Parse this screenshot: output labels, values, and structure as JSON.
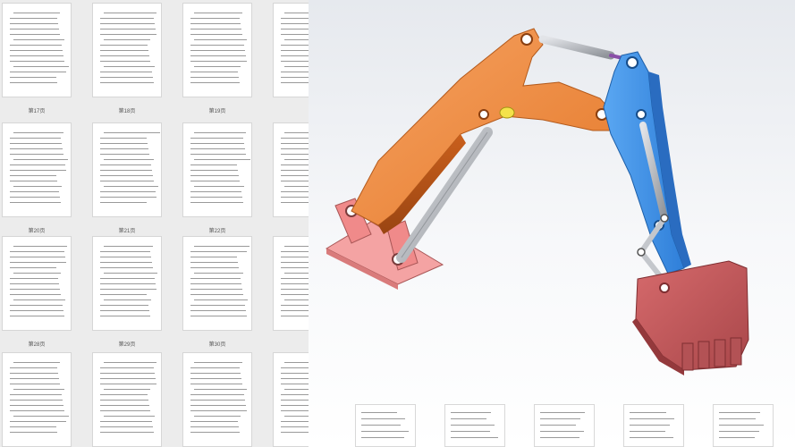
{
  "thumbnails": [
    {
      "label": "第17页",
      "has_caption": true
    },
    {
      "label": "第18页",
      "has_caption": true
    },
    {
      "label": "第19页",
      "has_caption": true
    },
    {
      "label": "",
      "has_caption": false
    },
    {
      "label": "第20页",
      "has_caption": true
    },
    {
      "label": "第21页",
      "has_caption": true
    },
    {
      "label": "第22页",
      "has_caption": true
    },
    {
      "label": "",
      "has_caption": false
    },
    {
      "label": "第28页",
      "has_caption": true
    },
    {
      "label": "第29页",
      "has_caption": true
    },
    {
      "label": "第30页",
      "has_caption": true
    },
    {
      "label": "",
      "has_caption": false
    },
    {
      "label": "",
      "has_caption": false
    },
    {
      "label": "",
      "has_caption": false
    },
    {
      "label": "",
      "has_caption": false
    },
    {
      "label": "",
      "has_caption": false
    }
  ],
  "model": {
    "name": "excavator-boom-arm-bucket",
    "colors": {
      "base": "#f08a8a",
      "boom": "#f28a3c",
      "arm": "#3c8ee8",
      "bucket": "#c9585a",
      "cylinder": "#b9bcc2",
      "pin_highlight": "#f4e24a",
      "link_purple": "#8a4fa8"
    }
  }
}
